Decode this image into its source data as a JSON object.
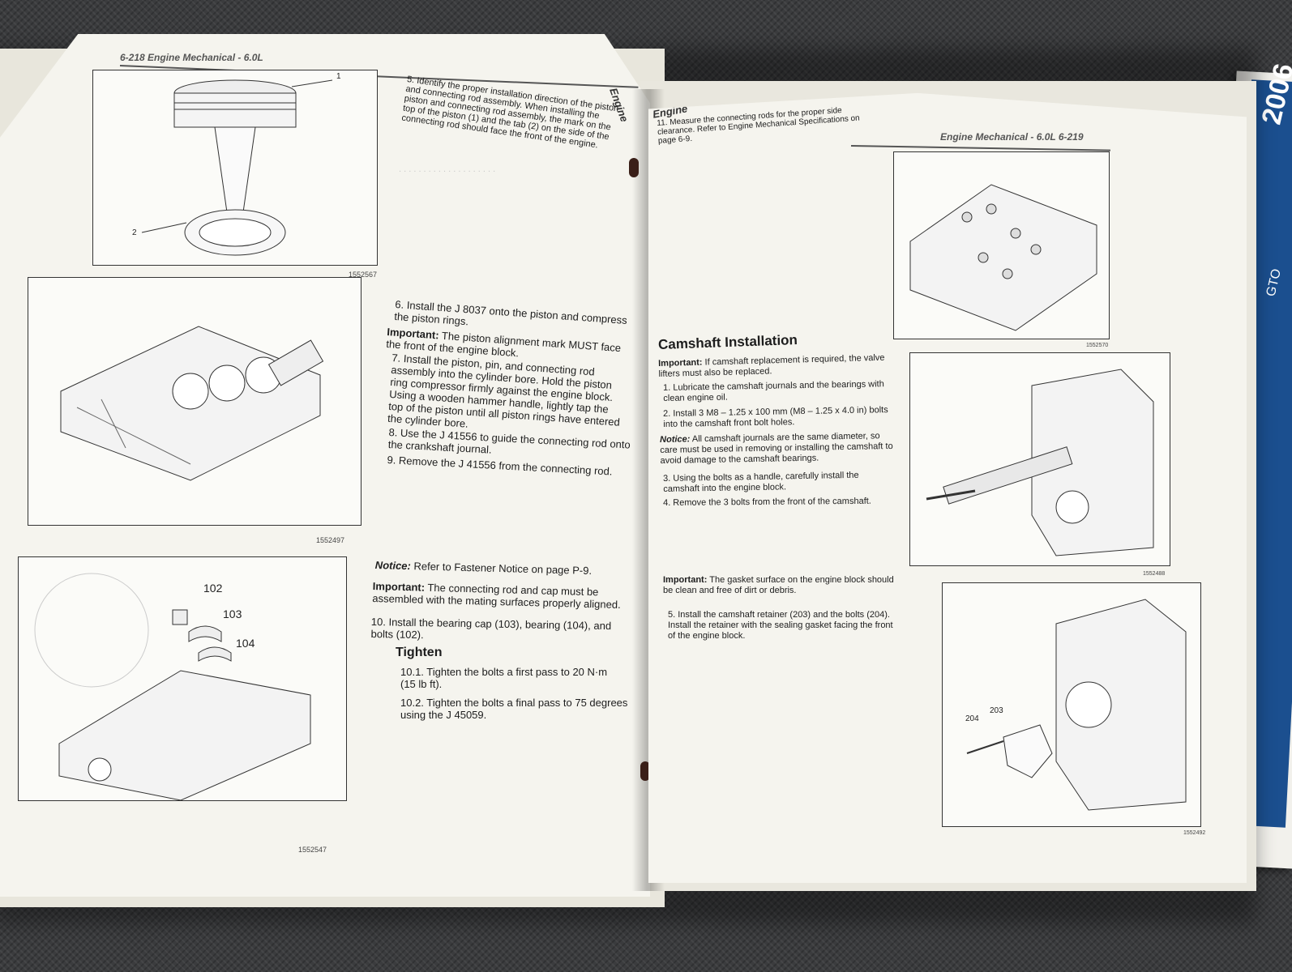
{
  "left_page": {
    "header": "6-218   Engine Mechanical - 6.0L",
    "side_tab": "Engine",
    "figures": [
      {
        "id": "1552567",
        "callouts": [
          "1",
          "2"
        ]
      },
      {
        "id": "1552497",
        "callouts": []
      },
      {
        "id": "1552547",
        "callouts": [
          "102",
          "103",
          "104"
        ]
      }
    ],
    "steps": {
      "step5": "5. Identify the proper installation direction of the piston and connecting rod assembly. When installing the piston and connecting rod assembly, the mark on the top of the piston (1) and the tab (2) on the side of the connecting rod should face the front of the engine.",
      "step6": "6. Install the J 8037 onto the piston and compress the piston rings.",
      "important1_label": "Important:",
      "important1_text": "The piston alignment mark MUST face the front of the engine block.",
      "step7": "7. Install the piston, pin, and connecting rod assembly into the cylinder bore. Hold the piston ring compressor firmly against the engine block. Using a wooden hammer handle, lightly tap the top of the piston until all piston rings have entered the cylinder bore.",
      "step8": "8. Use the J 41556 to guide the connecting rod onto the crankshaft journal.",
      "step9": "9. Remove the J 41556 from the connecting rod.",
      "notice_label": "Notice:",
      "notice_text": "Refer to Fastener Notice on page P-9.",
      "important2_label": "Important:",
      "important2_text": "The connecting rod and cap must be assembled with the mating surfaces properly aligned.",
      "step10": "10. Install the bearing cap (103), bearing (104), and bolts (102).",
      "tighten_label": "Tighten",
      "step10_1": "10.1. Tighten the bolts a first pass to 20 N·m (15 lb ft).",
      "step10_2": "10.2. Tighten the bolts a final pass to 75 degrees using the J 45059."
    }
  },
  "right_page": {
    "header": "Engine Mechanical - 6.0L   6-219",
    "side_tab": "Engine",
    "figures": [
      {
        "id": "1552570",
        "callouts": []
      },
      {
        "id": "1552488",
        "callouts": []
      },
      {
        "id": "1552492",
        "callouts": [
          "203",
          "204"
        ]
      }
    ],
    "step11": "11. Measure the connecting rods for the proper side clearance. Refer to Engine Mechanical Specifications on page 6-9.",
    "section_title": "Camshaft Installation",
    "important1_label": "Important:",
    "important1_text": "If camshaft replacement is required, the valve lifters must also be replaced.",
    "step1": "1. Lubricate the camshaft journals and the bearings with clean engine oil.",
    "step2": "2. Install 3 M8 – 1.25 x 100 mm (M8 – 1.25 x 4.0 in) bolts into the camshaft front bolt holes.",
    "notice_label": "Notice:",
    "notice_text": "All camshaft journals are the same diameter, so care must be used in removing or installing the camshaft to avoid damage to the camshaft bearings.",
    "step3": "3. Using the bolts as a handle, carefully install the camshaft into the engine block.",
    "step4": "4. Remove the 3 bolts from the front of the camshaft.",
    "important2_label": "Important:",
    "important2_text": "The gasket surface on the engine block should be clean and free of dirt or debris.",
    "step5": "5. Install the camshaft retainer (203) and the bolts (204). Install the retainer with the sealing gasket facing the front of the engine block."
  },
  "side_book": {
    "year": "2006",
    "model": "GTO"
  },
  "colors": {
    "paper": "#f5f4ee",
    "spine": "#1b4f8f",
    "carpet": "#3b3c3e",
    "ink": "#1d1d1d"
  }
}
